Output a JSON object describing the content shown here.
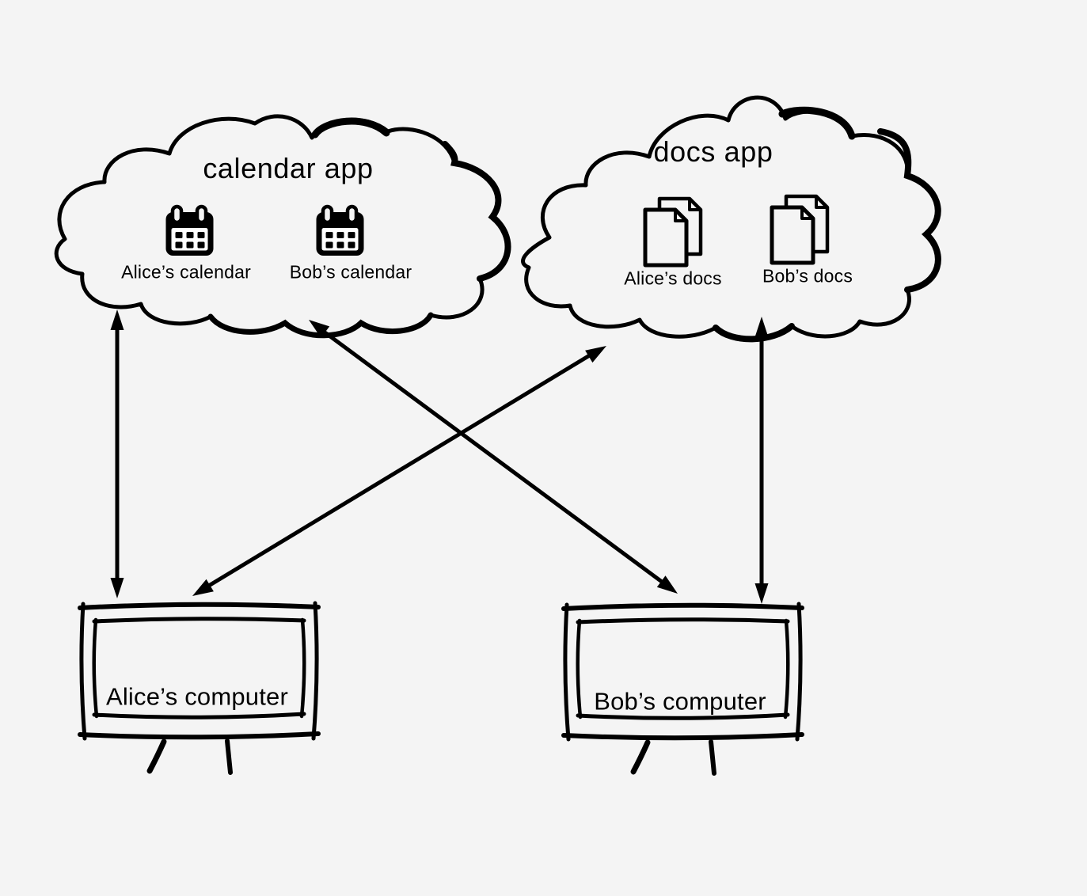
{
  "canvas": {
    "background": "#f4f4f4",
    "ink": "#000000",
    "paper": "#ffffff"
  },
  "clouds": [
    {
      "id": "calendar-app",
      "title": "calendar app",
      "items": [
        {
          "icon": "calendar-icon",
          "label": "Alice’s calendar"
        },
        {
          "icon": "calendar-icon",
          "label": "Bob’s calendar"
        }
      ]
    },
    {
      "id": "docs-app",
      "title": "docs app",
      "items": [
        {
          "icon": "docs-icon",
          "label": "Alice’s docs"
        },
        {
          "icon": "docs-icon",
          "label": "Bob’s docs"
        }
      ]
    }
  ],
  "computers": [
    {
      "id": "alice-computer",
      "label": "Alice’s computer"
    },
    {
      "id": "bob-computer",
      "label": "Bob’s computer"
    }
  ],
  "connections": [
    {
      "from": "alice-computer",
      "to": "calendar-app",
      "type": "bidirectional-arrow"
    },
    {
      "from": "alice-computer",
      "to": "docs-app",
      "type": "bidirectional-arrow"
    },
    {
      "from": "bob-computer",
      "to": "calendar-app",
      "type": "bidirectional-arrow"
    },
    {
      "from": "bob-computer",
      "to": "docs-app",
      "type": "bidirectional-arrow"
    }
  ]
}
